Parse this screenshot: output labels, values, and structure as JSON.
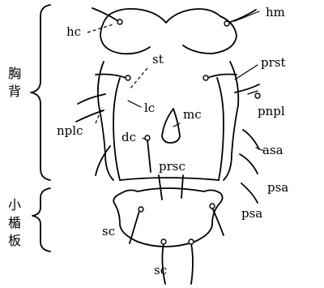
{
  "regions": {
    "thorax_dorsum": "胸背",
    "scutellum": "小楯板"
  },
  "labels": {
    "hm": "hm",
    "hc": "hc",
    "st": "st",
    "prst": "prst",
    "lc": "lc",
    "mc": "mc",
    "pnpl": "pnpl",
    "nplc": "nplc",
    "dc": "dc",
    "asa": "asa",
    "prsc": "prsc",
    "psa_upper": "psa",
    "psa_lower": "psa",
    "sc_left": "sc",
    "sc_bottom": "sc"
  }
}
